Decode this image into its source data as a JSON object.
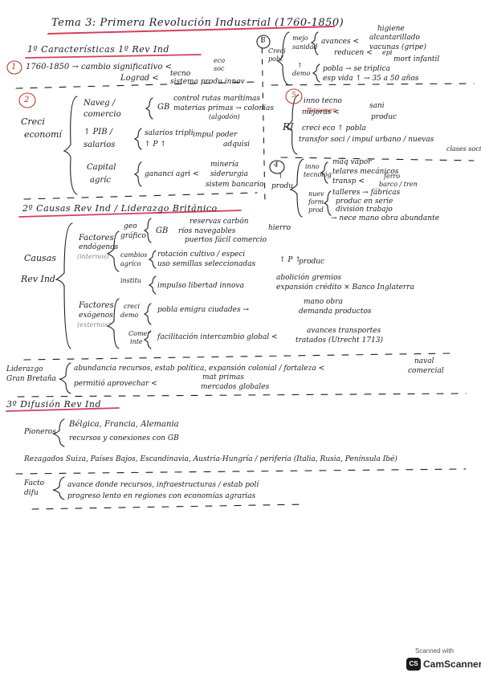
{
  "title": "Tema 3: Primera Revolución Industrial (1760-1850)",
  "s1": {
    "heading": "1º Características 1º Rev Ind",
    "num1": "1",
    "dates": "1760-1850 → cambio significativo <",
    "eco": "eco",
    "soc": "soc",
    "lograd": "Lograd <",
    "tecno": "tecno",
    "sist": "sistema produ innov",
    "num2": "2",
    "crec1": "Creci",
    "crec2": "economí",
    "naveg1": "Naveg /",
    "naveg2": "comercio",
    "gb": "GB",
    "control": "control rutas marítimas",
    "materias": "materias primas → colonias",
    "lalgodon": "(algodón)",
    "pib1": "↑ PIB /",
    "pib2": "salarios",
    "salarios_tripli": "salarios tripli",
    "pflecha": "↑ P ↑",
    "impul": "impul poder",
    "adquisi": "adquisi",
    "cap1": "Capital",
    "cap2": "agríc",
    "ganan": "gananci agri <",
    "mineria": "minería",
    "siderurgia": "siderurgia",
    "bancario": "sistem bancario",
    "num3": "3",
    "crec_pobl1": "Creci",
    "crec_pobl2": "pobl",
    "mejo1": "mejo",
    "mejo2": "sanidad",
    "avances": "avances <",
    "higiene": "higiene",
    "alcant": "alcantarillado",
    "vacunas": "vacunas (gripe)",
    "reducen": "reducen <",
    "epi": "epi",
    "mort": "mort infantil",
    "demo1": "↑",
    "demo2": "demo",
    "pobla_tri": "pobla → se triplica",
    "esp_vida": "esp vida ↑ → 35 a 50 años",
    "num4": "4",
    "prod1": "↑",
    "prod2": "produ",
    "inno1": "inno",
    "inno2": "tecnológ",
    "maq_vapor": "máq vapor",
    "telares": "telares mecánicos",
    "transp": "transp <",
    "ferro": "ferro",
    "barco": "barco / tren",
    "nuev1": "nuev",
    "nuev2": "form",
    "nuev3": "prod",
    "talleres": "talleres → fábricas",
    "produc_serie": "produc en serie",
    "division": "división trabajo",
    "necesidad": "→ nece mano obra abundante",
    "num5": "5",
    "resumen": "Resumen",
    "ri": "RI",
    "inno_tecno": "inno tecno",
    "mejoras": "mejoras <",
    "sani": "sani",
    "produc": "produc",
    "creci_eco": "creci eco ↑ pobla",
    "transf": "transfor soci / impul urbano / nuevas",
    "clases": "clases soci"
  },
  "s2": {
    "heading": "2º Causas Rev Ind / Liderazgo Británico",
    "causas1": "Causas",
    "causas2": "Rev Ind",
    "endo1": "Factores",
    "endo2": "endógenos",
    "endo3": "(internos)",
    "geo1": "geo",
    "geo2": "gráfico",
    "gb": "GB",
    "reservas": "reservas carbón",
    "hierro": "hierro",
    "rios": "ríos navegables",
    "puertos": "puertos fácil comercio",
    "cambios1": "cambios",
    "cambios2": "agríco",
    "rotacion": "rotación cultivo / especi",
    "uso": "uso semillas seleccionadas",
    "pflecha": "↑ P ↑",
    "produc": "produc",
    "insti": "institu",
    "impulso": "impulso libertad innova",
    "abolicion": "abolición gremios",
    "expansion": "expansión crédito × Banco Inglaterra",
    "exo1": "Factores",
    "exo2": "exógenos",
    "exo3": "(externos)",
    "creci1": "creci",
    "creci2": "demo",
    "pobla_emigra": "pobla emigra ciudades →",
    "mano_obra": "mano obra",
    "demanda": "demanda productos",
    "come1": "Comer",
    "come2": "inte",
    "facilitacion": "facilitación intercambio global <",
    "avances": "avances transportes",
    "tratados": "tratados (Utrecht 1713)",
    "lid1": "Liderazgo",
    "lid2": "Gran Bretaña",
    "abund": "abundancia recursos, estab política, expansión colonial / fortaleza <",
    "naval": "naval",
    "comercial": "comercial",
    "permite": "permitió aprovechar <",
    "mat_primas": "mat primas",
    "mercados": "mercados globales"
  },
  "s3": {
    "heading": "3º Difusión Rev Ind",
    "pioneros": "Pioneros",
    "belgica": "Bélgica, Francia, Alemania",
    "recursos": "recursos y conexiones con GB",
    "rezagados": "Rezagados",
    "suiza": "Suiza, Países Bajos, Escandinavia, Austria-Hungría / periferia (Italia, Rusia, Península Ibé)",
    "facto1": "Facto",
    "facto2": "difu",
    "avance": "avance donde recursos, infraestructuras / estab polí",
    "progreso": "progreso lento en regiones con economías agrarias"
  },
  "badge": {
    "scanned": "Scanned with",
    "icon": "CS",
    "name": "CamScanner"
  }
}
